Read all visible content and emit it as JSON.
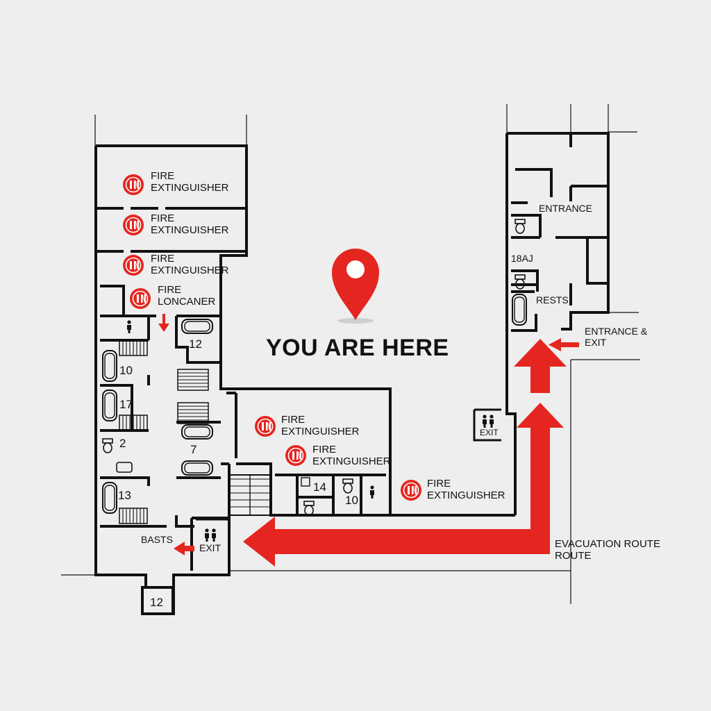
{
  "colors": {
    "wall": "#111111",
    "route": "#e5251f",
    "background": "#eeeeee",
    "pin": "#e5251f"
  },
  "you_are_here": {
    "label": "YOU ARE HERE",
    "icon": "map-pin-icon"
  },
  "extinguishers": [
    {
      "line1": "FIRE",
      "line2": "EXTINGUISHER"
    },
    {
      "line1": "FIRE",
      "line2": "EXTINGUISHER"
    },
    {
      "line1": "FIRE",
      "line2": "EXTINGUISHER"
    },
    {
      "line1": "FIRE",
      "line2": "LONCANER"
    },
    {
      "line1": "FIRE",
      "line2": "EXTINGUISHER"
    },
    {
      "line1": "FIRE",
      "line2": "EXTINGUISHER"
    },
    {
      "line1": "FIRE",
      "line2": "EXTINGUISHER"
    }
  ],
  "rooms": [
    "12",
    "10",
    "17",
    "2",
    "13",
    "7",
    "14",
    "10",
    "12"
  ],
  "labels": {
    "entrance": "ENTRANCE",
    "code_18a": "18AJ",
    "rests": "RESTS",
    "entrance_exit_line1": "ENTRANCE &",
    "entrance_exit_line2": "EXIT",
    "exit_left": "EXIT",
    "exit_right": "EXIT",
    "basts": "BASTS",
    "evac_line1": "EVACUATION ROUTE",
    "evac_line2": "ROUTE"
  }
}
